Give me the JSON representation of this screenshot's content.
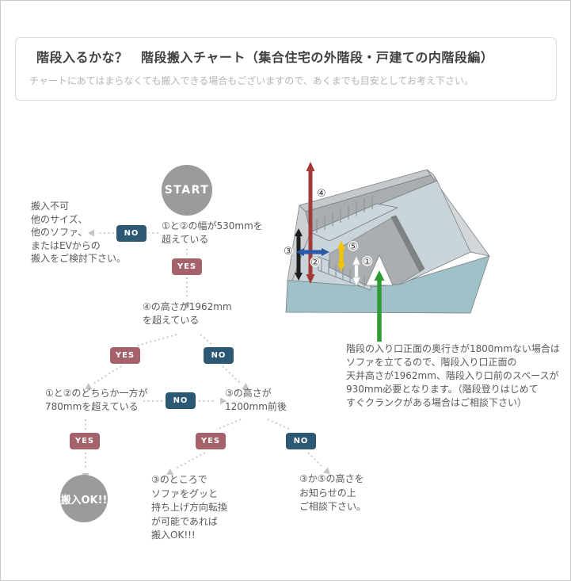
{
  "page": {
    "title": "階段入るかな？　階段搬入チャート（集合住宅の外階段・戸建ての内階段編）",
    "subtitle": "チャートにあてはまらなくても搬入できる場合もございますので、あくまでも目安としてお考え下さい。"
  },
  "labels": {
    "yes": "YES",
    "no": "NO",
    "start": "START",
    "ok": "搬入OK!!"
  },
  "flow": {
    "q1": {
      "lines": [
        "①と②の幅が530mmを",
        "超えている"
      ]
    },
    "reject": {
      "lines": [
        "搬入不可",
        "他のサイズ、",
        "他のソファ、",
        "またはEVからの",
        "搬入をご検討下さい。"
      ]
    },
    "q2": {
      "lines": [
        "④の高さが1962mm",
        "を超えている"
      ]
    },
    "q3_left": {
      "lines": [
        "①と②のどちらか一方が",
        "780mmを超えている"
      ]
    },
    "q3_right": {
      "lines": [
        "③の高さが",
        "1200mm前後"
      ]
    },
    "result_mid": {
      "lines": [
        "③のところで",
        "ソファをグッと",
        "持ち上げ方向転換",
        "が可能であれば",
        "搬入OK!!!"
      ]
    },
    "result_right": {
      "lines": [
        "③か⑤の高さを",
        "お知らせの上",
        "ご相談下さい。"
      ]
    }
  },
  "illustration": {
    "markers": {
      "m1": "①",
      "m2": "②",
      "m3": "③",
      "m4": "④",
      "m5": "⑤"
    },
    "note_lines": [
      "階段の入り口正面の奥行きが1800mmない場合は",
      "ソファを立てるので、階段入り口正面の",
      "天井高さが1962mm、階段入り口前のスペースが",
      "930mm必要となります。（階段登りはじめて",
      "すぐクランクがある場合はご相談下さい）"
    ],
    "arrow_colors": {
      "width_1_white": "#ffffff",
      "width_2_blue": "#2b59a8",
      "height_3_black": "#1f1f1f",
      "height_4_red": "#a43a38",
      "height_5_yellow": "#f3c400",
      "entry_green": "#2e9b33"
    }
  },
  "colors": {
    "yes_box": "#a5626b",
    "no_box": "#2c5873",
    "node_circle": "#9b9b9b",
    "connector": "#cccccc",
    "fascia": "#9fc1c7",
    "floor": "#c8d4da",
    "wall": "#aaadaf"
  }
}
